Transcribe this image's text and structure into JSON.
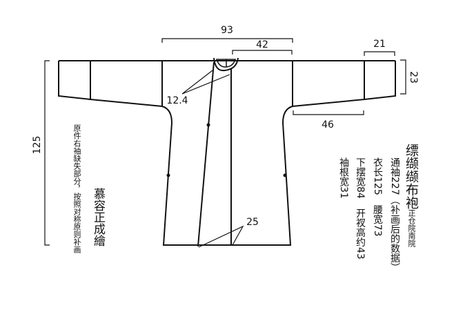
{
  "dimensions": {
    "total_width": "93",
    "half_chest": "42",
    "cuff_width": "21",
    "cuff_height": "23",
    "sleeve_length": "46",
    "length": "125",
    "collar": "12.4",
    "overlap": "25"
  },
  "title": {
    "main": "缥缬缬布袍",
    "source": "正仓院南院"
  },
  "specs": [
    "通袖227（补画后的数据）",
    "衣长125　腰宽73",
    "下摆宽84　开衩高约43",
    "袖根宽31"
  ],
  "note": "原件右袖缺失部分，按照对称原则补画",
  "author": "慕容正成繪",
  "colors": {
    "line": "#111111",
    "background": "#ffffff"
  }
}
